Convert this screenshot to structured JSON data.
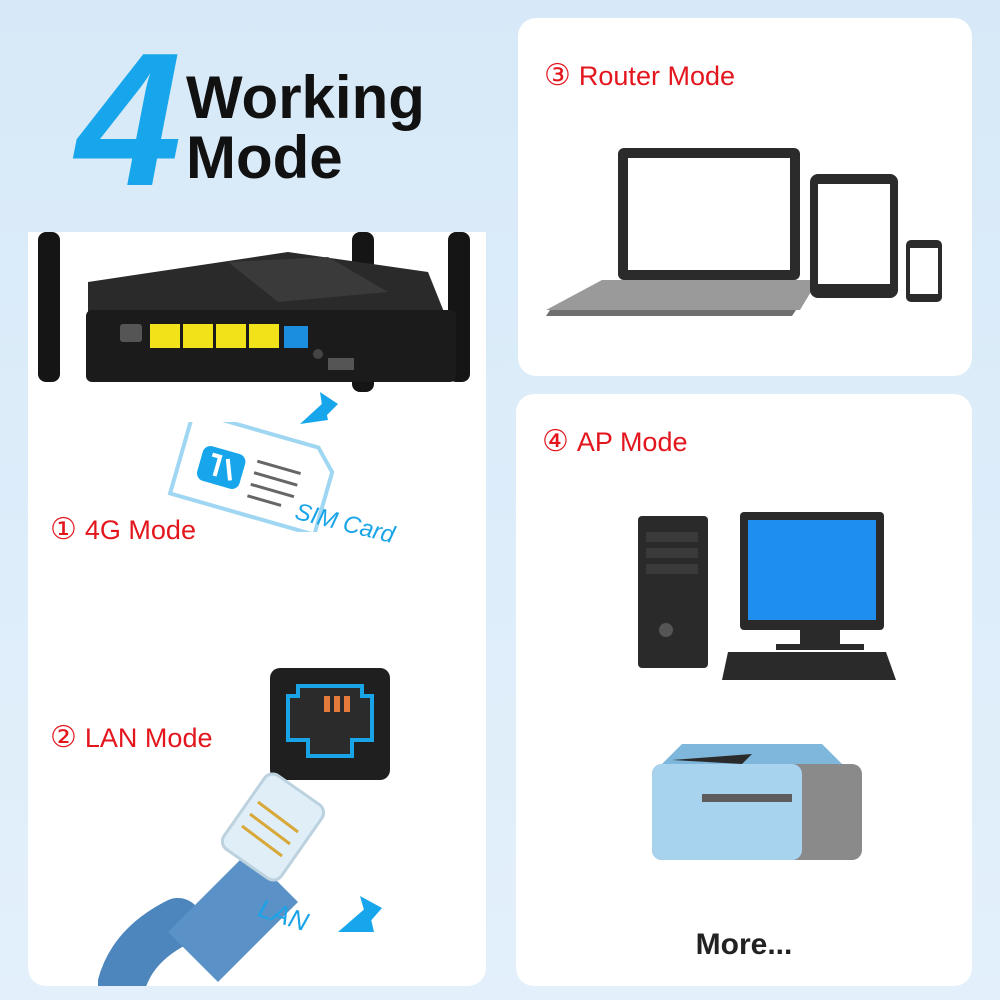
{
  "header": {
    "number": "4",
    "line1": "Working",
    "line2": "Mode"
  },
  "modes": [
    {
      "num": "①",
      "label": "4G Mode"
    },
    {
      "num": "②",
      "label": "LAN Mode"
    },
    {
      "num": "③",
      "label": "Router Mode"
    },
    {
      "num": "④",
      "label": "AP Mode"
    }
  ],
  "captions": {
    "sim": "SIM Card",
    "lan": "LAN",
    "more": "More..."
  },
  "colors": {
    "accent_blue": "#17a6ec",
    "mode_red": "#e3161e",
    "background": "#d7e9f8"
  }
}
